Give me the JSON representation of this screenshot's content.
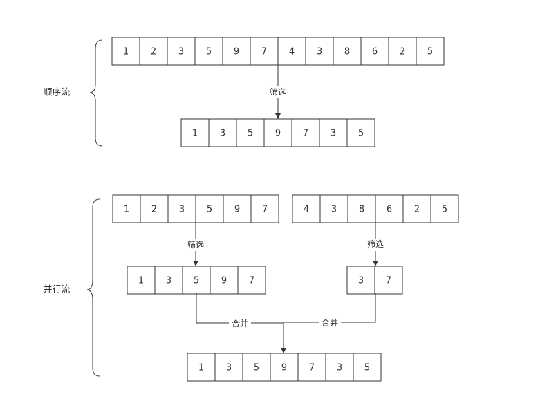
{
  "sequential": {
    "label": "顺序流",
    "input": [
      "1",
      "2",
      "3",
      "5",
      "9",
      "7",
      "4",
      "3",
      "8",
      "6",
      "2",
      "5"
    ],
    "filter_label": "筛选",
    "output": [
      "1",
      "3",
      "5",
      "9",
      "7",
      "3",
      "5"
    ]
  },
  "parallel": {
    "label": "并行流",
    "input_left": [
      "1",
      "2",
      "3",
      "5",
      "9",
      "7"
    ],
    "input_right": [
      "4",
      "3",
      "8",
      "6",
      "2",
      "5"
    ],
    "filter_label_left": "筛选",
    "filter_label_right": "筛选",
    "filtered_left": [
      "1",
      "3",
      "5",
      "9",
      "7"
    ],
    "filtered_right": [
      "3",
      "7"
    ],
    "merge_label_left": "合并",
    "merge_label_right": "合并",
    "output": [
      "1",
      "3",
      "5",
      "9",
      "7",
      "3",
      "5"
    ]
  }
}
